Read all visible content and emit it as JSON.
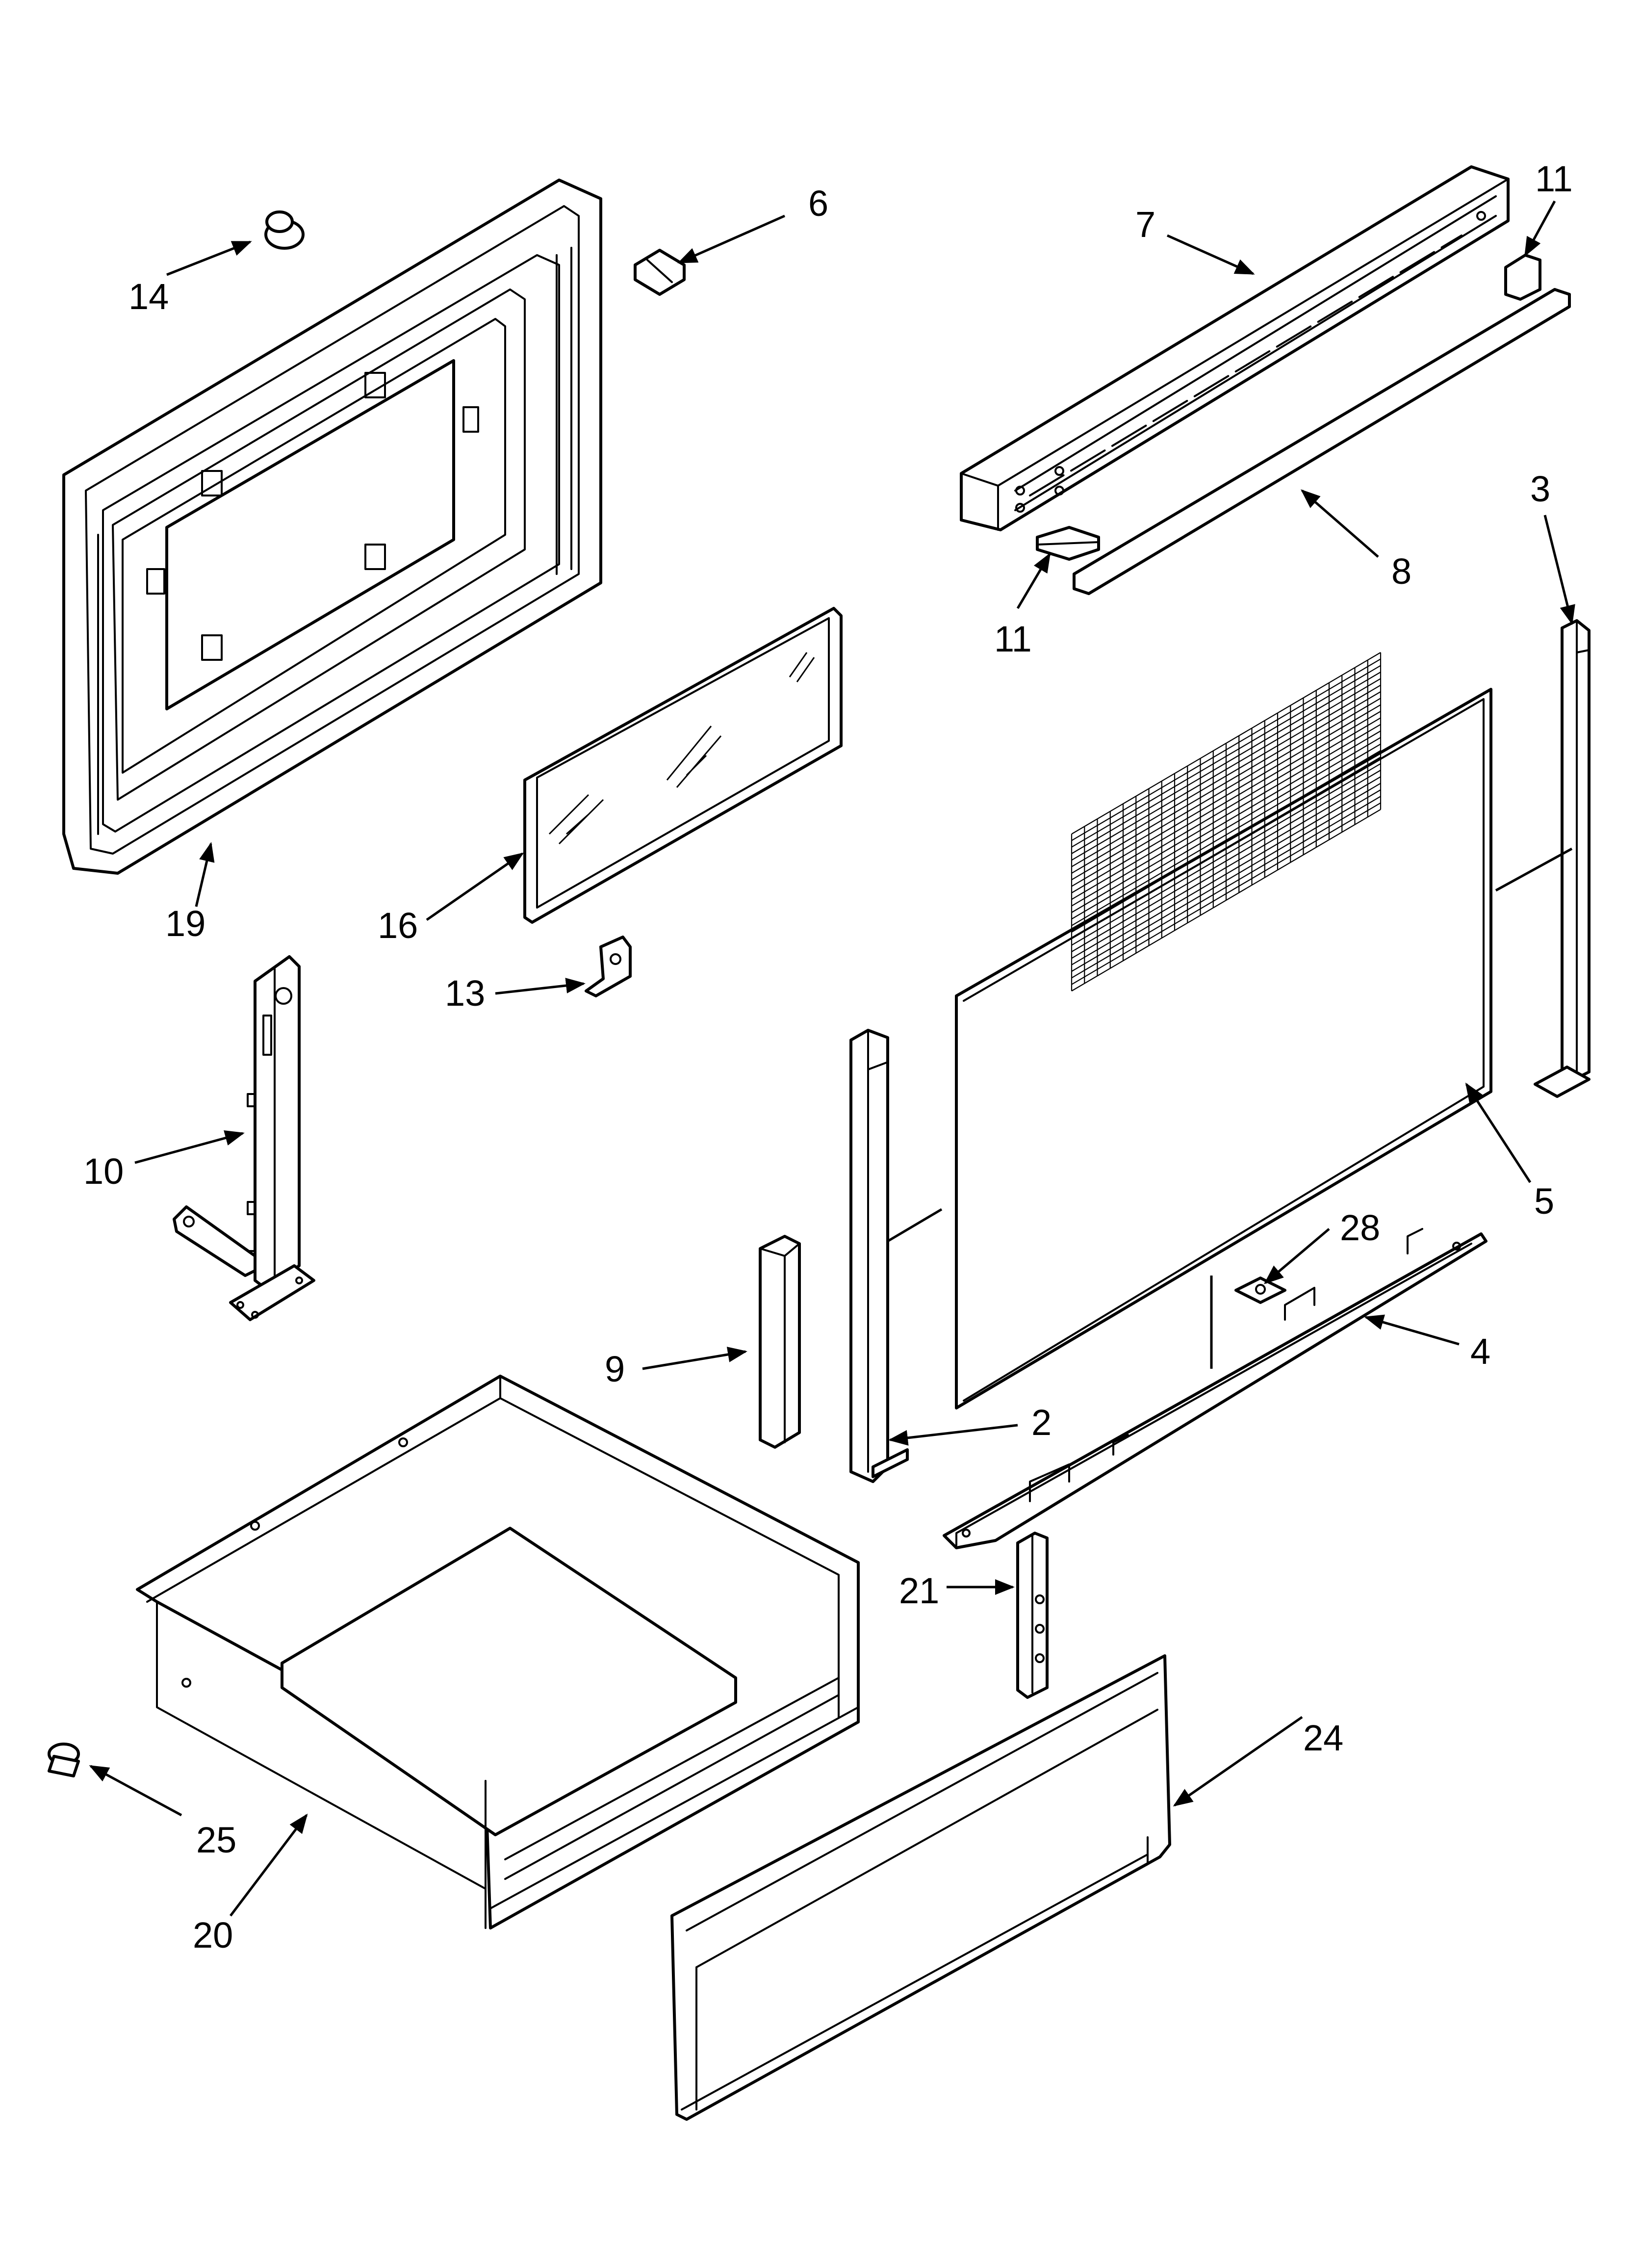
{
  "diagram": {
    "callouts": {
      "p2": "2",
      "p3": "3",
      "p4": "4",
      "p5": "5",
      "p6": "6",
      "p7": "7",
      "p8": "8",
      "p9": "9",
      "p10": "10",
      "p11a": "11",
      "p11b": "11",
      "p13": "13",
      "p14": "14",
      "p16": "16",
      "p19": "19",
      "p20": "20",
      "p21": "21",
      "p24": "24",
      "p25": "25",
      "p28": "28"
    }
  }
}
